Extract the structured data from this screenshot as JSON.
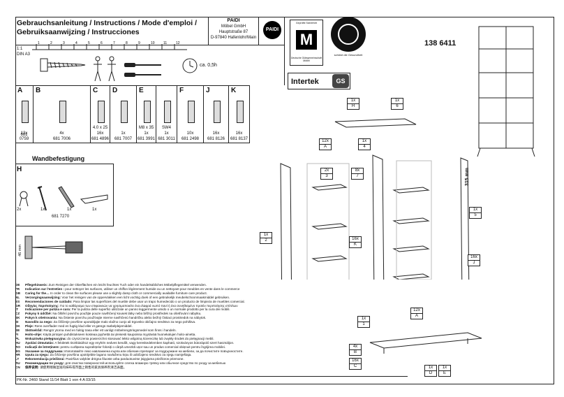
{
  "header": {
    "title_line1": "Gebrauchsanleitung / Instructions / Mode d'emploi /",
    "title_line2": "Gebruiksaanwijzing / Instrucciones",
    "company_name": "PAIDI",
    "company_line1": "Möbel GmbH",
    "company_line2": "Hauptstraße 87",
    "company_line3": "D-97840 Hafenlohr/Main",
    "logo_text": "PAIDI",
    "article_number": "138 6411"
  },
  "certifications": {
    "tuv_top": "Geprüfte Sicherheit",
    "tuv_bottom": "Deutsche Gütegemeinschaft Möbel",
    "angel_text": "schützt die Gesundheit",
    "intertek": "Intertek",
    "gs": "GS"
  },
  "scale": {
    "ratio": "1:1",
    "format": "DIN A3",
    "ruler_labels": [
      "1",
      "2",
      "3",
      "4",
      "5",
      "6",
      "7",
      "8",
      "9",
      "10",
      "11",
      "12"
    ]
  },
  "assembly_time": "ca. 0,5h",
  "parts": [
    {
      "letter": "A",
      "qty": "12x",
      "number": "681 0759"
    },
    {
      "letter": "B",
      "qty": "4x",
      "number": "681 7006"
    },
    {
      "letter": "C",
      "qty": "16x",
      "number": "681 4896",
      "size": "4.0 x 25"
    },
    {
      "letter": "D",
      "qty": "1x",
      "number": "681 7007"
    },
    {
      "letter": "E",
      "qty": "1x",
      "number": "681 3991",
      "size": "M8 x 35"
    },
    {
      "letter": "",
      "qty": "1x",
      "number": "681 3011",
      "size": "SW4"
    },
    {
      "letter": "F",
      "qty": "10x",
      "number": "681 2498"
    },
    {
      "letter": "J",
      "qty": "16x",
      "number": "681 8126"
    },
    {
      "letter": "K",
      "qty": "16x",
      "number": "681 8137"
    }
  ],
  "wall_mounting": {
    "title": "Wandbefestigung",
    "letter": "H",
    "quantities": [
      "2x",
      "1x",
      "1x",
      "1x"
    ],
    "number": "681 7270",
    "drill_depth": "46 mm"
  },
  "diagram_labels": {
    "h1": {
      "qty": "1x",
      "code": "H"
    },
    "l6": {
      "qty": "1x",
      "code": "6"
    },
    "a12": {
      "qty": "12x",
      "code": "A"
    },
    "l4": {
      "qty": "1x",
      "code": "4"
    },
    "l3": {
      "qty": "2x",
      "code": "3"
    },
    "l7": {
      "qty": "8x",
      "code": "7"
    },
    "l2": {
      "qty": "1x",
      "code": "2"
    },
    "k16": {
      "qty": "16x",
      "code": "K"
    },
    "l5": {
      "qty": "1x",
      "code": "5"
    },
    "j16": {
      "qty": "16x",
      "code": "J"
    },
    "a12b": {
      "qty": "12x",
      "code": "A"
    },
    "l1": {
      "qty": "1x",
      "code": "1"
    },
    "b4": {
      "qty": "4x",
      "code": "B"
    },
    "c16": {
      "qty": "16x",
      "code": "C"
    },
    "d1": {
      "qty": "1x",
      "code": "D"
    },
    "e1": {
      "qty": "1x",
      "code": "E"
    },
    "dimension": "315 mm"
  },
  "care": [
    {
      "cc": "DE",
      "label": "Pflegehinweis:",
      "text": "Zum Reinigen der Oberflächen ein leicht feuchtes Tuch oder ein handelsübliches Möbelpflegemittel verwenden."
    },
    {
      "cc": "FR",
      "label": "Indication sur l'entretien :",
      "text": "pour nettoyer les surfaces, utiliser un chiffon légèrement humide ou un nettoyant pour meubles en vente dans le commerce"
    },
    {
      "cc": "GB",
      "label": "Caring for the…",
      "text": "In order to clean the surfaces please use a slightly damp cloth or commercially available furniture care product."
    },
    {
      "cc": "NL",
      "label": "Verzorgingsaanwijzing:",
      "text": "Voor het reinigen van de oppervlakken een licht vochtig doek of een gebruikelijk meubelschoonmaakmiddel gebruiken."
    },
    {
      "cc": "ES",
      "label": "Recomendaciones de cuidado:",
      "text": "Para limpiar las superficies del mueble debe usar un trapo humedecido o un producto de limpieza de muebles comercial."
    },
    {
      "cc": "GR",
      "label": "Οδηγίες περιποίησης:",
      "text": "Για το καθάρισμα των επιφανειών να χρησιμοποιείτε ένα ελαφρά νωπό πανί ή ένα συνηθισμένο προϊόν περιποίησης επίπλων"
    },
    {
      "cc": "IT",
      "label": "Indicazione per pulizia e cura:",
      "text": "Per la pulizia delle superfici utilizzate un panno leggermente umido o un normale prodotto per la cura dei mobili."
    },
    {
      "cc": "CZ",
      "label": "Pokyny k údržbě:",
      "text": "Na čištění povrchu použijte pouze navlhčený kousek látky nebo běžný prostředek na ošetřování nábytku."
    },
    {
      "cc": "SK",
      "label": "Pokyn k ošetrovaniu:",
      "text": "Na čistenie povrchu používajte mierne navlhčenú handričku alebo bežný čistiaci prostriedok na nábytok."
    },
    {
      "cc": "SI",
      "label": "Navodilo za nego:",
      "text": "Za čiščenje površine uporabljajte malo vlažno cunjo ali trgovsko običajno sredstvo za nego pohištva."
    },
    {
      "cc": "DK",
      "label": "Pleje:",
      "text": "Rens overflader med en fugtig klud eller et gængs møbelplejemiddel."
    },
    {
      "cc": "SE",
      "label": "Skötselråd:",
      "text": "Rengör ytorna med en fuktig trasa eller ett vanligt möbelrengöringsmedel som finns i handeln."
    },
    {
      "cc": "FI",
      "label": "Hoito-ohje:",
      "text": "Käytä pintojen puhdistukseen kosteaa pyyhettä tai yleisesti kaupoissa myytävää huonekalujen hoito-ainetta."
    },
    {
      "cc": "PL",
      "label": "Wskazówka pielęgnacyjna:",
      "text": "do czyszczenia powierzchni stosować lekko wilgotną ściereczkę lub zwykły środek do pielęgnacji mebli."
    },
    {
      "cc": "HU",
      "label": "Ápolási útmutatás:",
      "text": "A felületek tisztításához egy enyhén nedves kendőt, vagy kereskedelemben kapható, szokványos bútorápoló szert használjon."
    },
    {
      "cc": "RO",
      "label": "Indicații de întreținere:",
      "text": "pentru curățarea suprafețelor folosiți o cârpă umezită ușor sau un produs comercial obișnuit pentru îngrijirea mobilei."
    },
    {
      "cc": "BG",
      "label": "Указание за поддръжка:",
      "text": "Използвайте леко навлажнена кърпа или обичаен препарат за поддържане на мебели, за да почистите повърхностите."
    },
    {
      "cc": "HR",
      "label": "Uputa za njegu:",
      "text": "Za čišćenje površina upotrijebite lagano navlaženu krpu ili uobičajeno sredstvo za njegu namještaja."
    },
    {
      "cc": "LT",
      "label": "Rekomendacija priežiūrai:",
      "text": "Paviršius valykite drėgna šluoste arba parduotuvėse įsigyjama priežiūros priemone."
    },
    {
      "cc": "RU",
      "label": "Рекомендации по уходу:",
      "text": "для очистки поверхностей используйте слегка влажную тряпку или обычное средство по уходу за мебелью"
    },
    {
      "cc": "CN",
      "label": "保养说明:",
      "text": "请使用稍微湿润的抹布或市面上销售的家具保养剂清洁表面。"
    }
  ],
  "footer": "PK-Nr. 2460   Stand 11/14   Blatt 1 von 4   A   03/15"
}
